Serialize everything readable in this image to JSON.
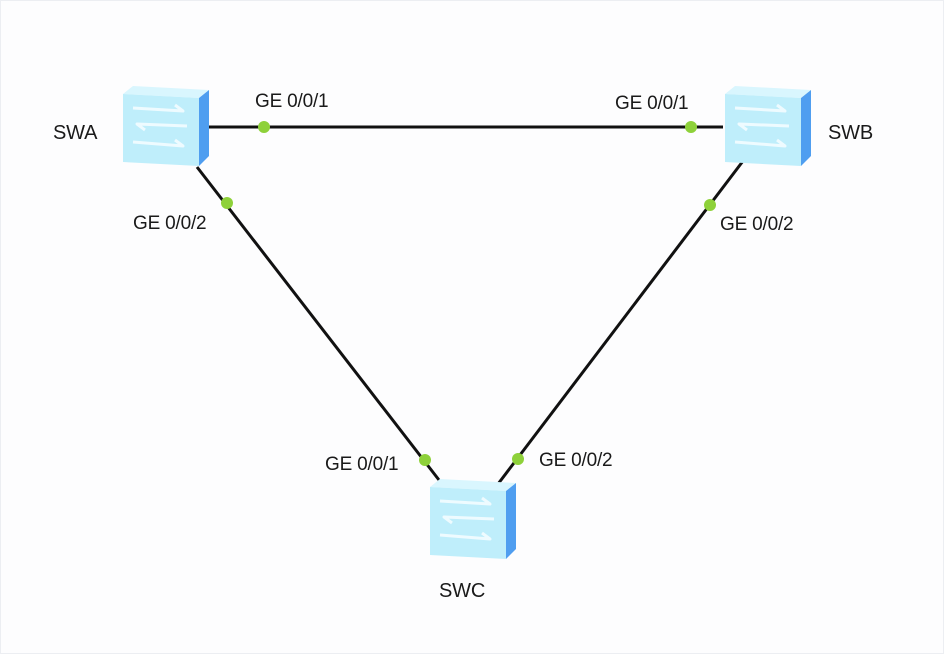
{
  "diagram": {
    "type": "network-topology",
    "colors": {
      "link": "#111111",
      "port_dot": "#8ed13a",
      "switch_front": "#bfeefb",
      "switch_top": "#d9f6fe",
      "switch_side": "#4f9ef0",
      "label_text": "#1a1a1a"
    },
    "devices": [
      {
        "id": "SWA",
        "name": "SWA",
        "icon": "switch-icon"
      },
      {
        "id": "SWB",
        "name": "SWB",
        "icon": "switch-icon"
      },
      {
        "id": "SWC",
        "name": "SWC",
        "icon": "switch-icon"
      }
    ],
    "links": [
      {
        "from": "SWA",
        "from_port": "GE 0/0/1",
        "to": "SWB",
        "to_port": "GE 0/0/1"
      },
      {
        "from": "SWA",
        "from_port": "GE 0/0/2",
        "to": "SWC",
        "to_port": "GE 0/0/1"
      },
      {
        "from": "SWB",
        "from_port": "GE 0/0/2",
        "to": "SWC",
        "to_port": "GE 0/0/2"
      }
    ],
    "port_labels": {
      "swa_ge1": "GE 0/0/1",
      "swa_ge2": "GE 0/0/2",
      "swb_ge1": "GE 0/0/1",
      "swb_ge2": "GE 0/0/2",
      "swc_ge1": "GE 0/0/1",
      "swc_ge2": "GE 0/0/2"
    }
  }
}
